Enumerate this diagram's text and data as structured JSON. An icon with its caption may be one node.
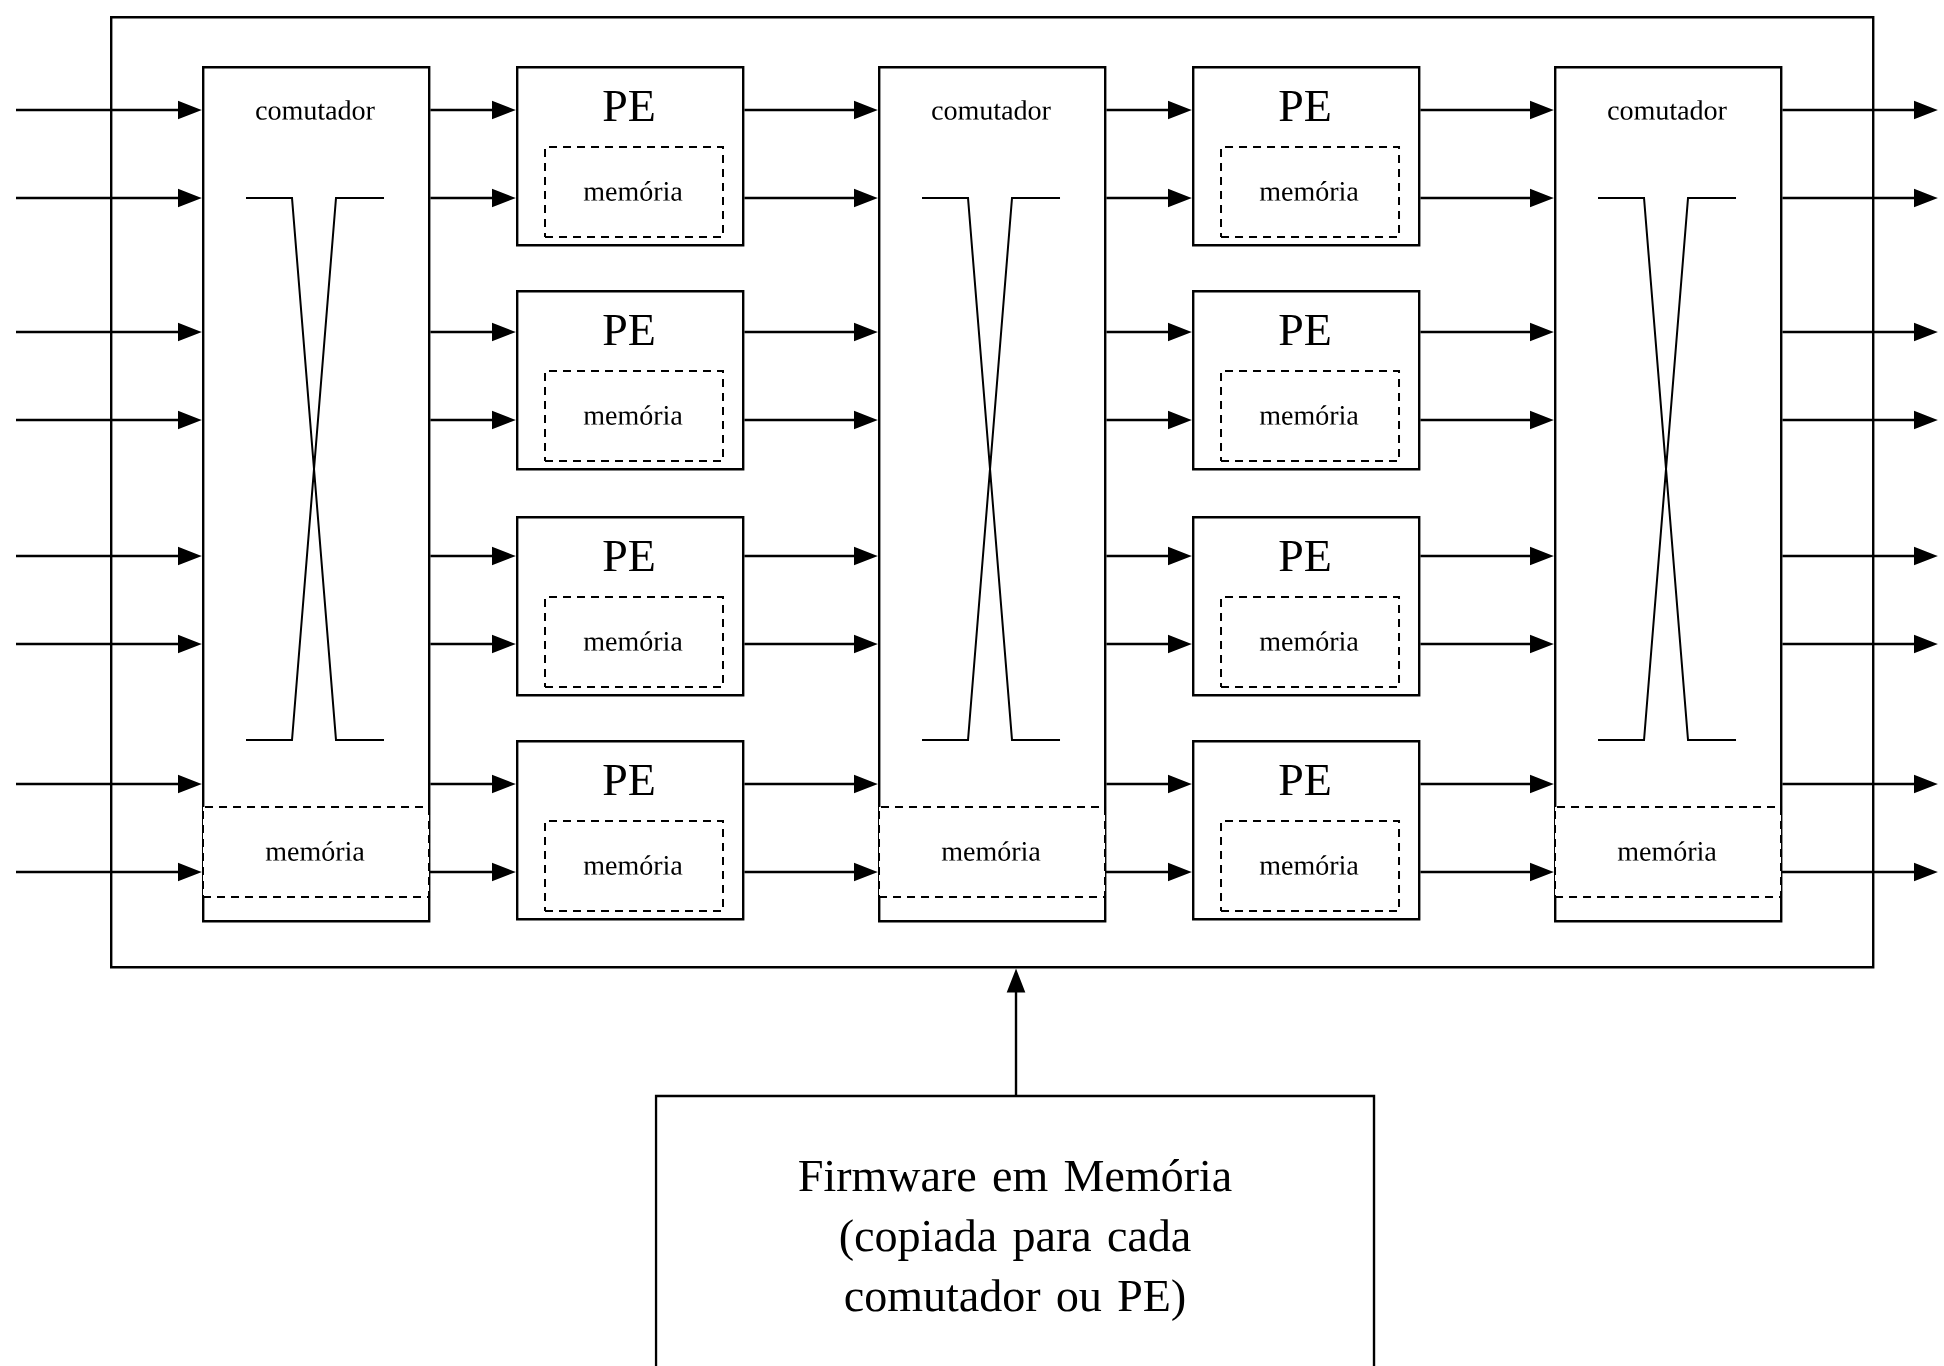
{
  "diagram": {
    "nodes": [
      {
        "text": [],
        "shape": "box"
      },
      {
        "text": [
          "comutador"
        ],
        "in": 0
      },
      {
        "text": [
          "memória"
        ],
        "in": 1
      },
      {
        "text": [
          "PE"
        ],
        "in": 0
      },
      {
        "text": [
          "memória"
        ],
        "in": 3
      },
      {
        "text": [
          "PE"
        ],
        "in": 0
      },
      {
        "text": [
          "memória"
        ],
        "in": 5
      },
      {
        "text": [
          "PE"
        ],
        "in": 0
      },
      {
        "text": [
          "memória"
        ],
        "in": 7
      },
      {
        "text": [
          "PE"
        ],
        "in": 0
      },
      {
        "text": [
          "memória"
        ],
        "in": 9
      },
      {
        "text": [
          "comutador"
        ],
        "in": 0
      },
      {
        "text": [
          "memória"
        ],
        "in": 11
      },
      {
        "text": [
          "PE"
        ],
        "in": 0
      },
      {
        "text": [
          "memória"
        ],
        "in": 13
      },
      {
        "text": [
          "PE"
        ],
        "in": 0
      },
      {
        "text": [
          "memória"
        ],
        "in": 15
      },
      {
        "text": [
          "PE"
        ],
        "in": 0
      },
      {
        "text": [
          "memória"
        ],
        "in": 17
      },
      {
        "text": [
          "PE"
        ],
        "in": 0
      },
      {
        "text": [
          "memória"
        ],
        "in": 19
      },
      {
        "text": [
          "comutador"
        ],
        "in": 0
      },
      {
        "text": [
          "memória"
        ],
        "in": 21
      },
      {
        "text": [
          "Firmware em Memória (copiada para cada comutador ou PE)"
        ]
      }
    ],
    "edges": [
      {
        "from": null,
        "to": 1,
        "arrow": "to"
      },
      {
        "from": null,
        "to": 1,
        "arrow": "to"
      },
      {
        "from": null,
        "to": 1,
        "arrow": "to"
      },
      {
        "from": null,
        "to": 1,
        "arrow": "to"
      },
      {
        "from": null,
        "to": 1,
        "arrow": "to"
      },
      {
        "from": null,
        "to": 1,
        "arrow": "to"
      },
      {
        "from": null,
        "to": 1,
        "arrow": "to"
      },
      {
        "from": null,
        "to": 2,
        "arrow": "to"
      },
      {
        "from": 1,
        "to": 3,
        "arrow": "to"
      },
      {
        "from": 1,
        "to": 3,
        "arrow": "to"
      },
      {
        "from": 1,
        "to": 5,
        "arrow": "to"
      },
      {
        "from": 1,
        "to": 5,
        "arrow": "to"
      },
      {
        "from": 1,
        "to": 7,
        "arrow": "to"
      },
      {
        "from": 1,
        "to": 7,
        "arrow": "to"
      },
      {
        "from": 1,
        "to": 9,
        "arrow": "to"
      },
      {
        "from": 2,
        "to": 9,
        "arrow": "to"
      },
      {
        "from": 3,
        "to": 11,
        "arrow": "to"
      },
      {
        "from": 3,
        "to": 11,
        "arrow": "to"
      },
      {
        "from": 5,
        "to": 11,
        "arrow": "to"
      },
      {
        "from": 5,
        "to": 11,
        "arrow": "to"
      },
      {
        "from": 7,
        "to": 11,
        "arrow": "to"
      },
      {
        "from": 7,
        "to": 11,
        "arrow": "to"
      },
      {
        "from": 9,
        "to": 11,
        "arrow": "to"
      },
      {
        "from": 9,
        "to": 12,
        "arrow": "to"
      },
      {
        "from": 11,
        "to": 13,
        "arrow": "to"
      },
      {
        "from": 11,
        "to": 13,
        "arrow": "to"
      },
      {
        "from": 11,
        "to": 15,
        "arrow": "to"
      },
      {
        "from": 11,
        "to": 15,
        "arrow": "to"
      },
      {
        "from": 11,
        "to": 17,
        "arrow": "to"
      },
      {
        "from": 11,
        "to": 17,
        "arrow": "to"
      },
      {
        "from": 11,
        "to": 19,
        "arrow": "to"
      },
      {
        "from": 12,
        "to": 19,
        "arrow": "to"
      },
      {
        "from": 13,
        "to": 21,
        "arrow": "to"
      },
      {
        "from": 13,
        "to": 21,
        "arrow": "to"
      },
      {
        "from": 15,
        "to": 21,
        "arrow": "to"
      },
      {
        "from": 15,
        "to": 21,
        "arrow": "to"
      },
      {
        "from": 17,
        "to": 21,
        "arrow": "to"
      },
      {
        "from": 17,
        "to": 21,
        "arrow": "to"
      },
      {
        "from": 19,
        "to": 21,
        "arrow": "to"
      },
      {
        "from": 19,
        "to": 22,
        "arrow": "to"
      },
      {
        "from": 21,
        "to": null,
        "arrow": "to"
      },
      {
        "from": 21,
        "to": null,
        "arrow": "to"
      },
      {
        "from": 21,
        "to": null,
        "arrow": "to"
      },
      {
        "from": 21,
        "to": null,
        "arrow": "to"
      },
      {
        "from": 21,
        "to": null,
        "arrow": "to"
      },
      {
        "from": 21,
        "to": null,
        "arrow": "to"
      },
      {
        "from": 21,
        "to": null,
        "arrow": "to"
      },
      {
        "from": 22,
        "to": null,
        "arrow": "to"
      },
      {
        "from": 23,
        "to": 0,
        "arrow": "to"
      }
    ]
  }
}
